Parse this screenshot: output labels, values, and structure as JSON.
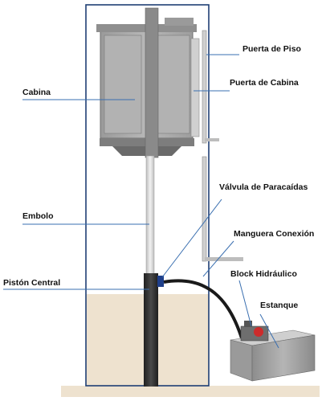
{
  "labels": {
    "puerta_piso": "Puerta de Piso",
    "puerta_cabina": "Puerta de Cabina",
    "cabina": "Cabina",
    "valvula": "Válvula de Paracaídas",
    "embolo": "Embolo",
    "manguera": "Manguera Conexión",
    "piston": "Pistón Central",
    "block": "Block Hidráulico",
    "estanque": "Estanque"
  },
  "colors": {
    "shaft_outline": "#1f3f74",
    "leader_lines": "#3a6fb0",
    "ground": "#eee2cf",
    "cabin": "#a9a9a9",
    "cylinder": "#2f2f2f",
    "hose": "#1a1a1a",
    "valve": "#1f3f8a"
  }
}
